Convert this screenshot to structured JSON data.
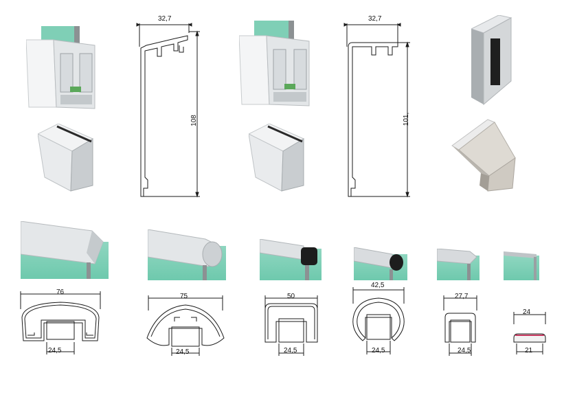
{
  "colors": {
    "glass": "#7fcfb6",
    "aluminium_light": "#eef0f1",
    "aluminium_dark": "#b5babd",
    "gasket_green": "#5ba85a",
    "rubber_black": "#1d1d1d",
    "insert_magenta": "#c8385f",
    "line": "#1a1a1a"
  },
  "top_row": {
    "profile_108": {
      "width_label": "32,7",
      "height_label": "108"
    },
    "profile_101": {
      "width_label": "32,7",
      "height_label": "101,"
    }
  },
  "handrails": [
    {
      "width_label": "76",
      "inner_label": "24,5"
    },
    {
      "width_label": "75",
      "inner_label": "24,5"
    },
    {
      "width_label": "50",
      "inner_label": "24,5"
    },
    {
      "width_label": "42,5",
      "inner_label": "24,5"
    },
    {
      "width_label": "27,7",
      "inner_label": "24,5"
    },
    {
      "width_label": "24",
      "inner_label": "21"
    }
  ]
}
